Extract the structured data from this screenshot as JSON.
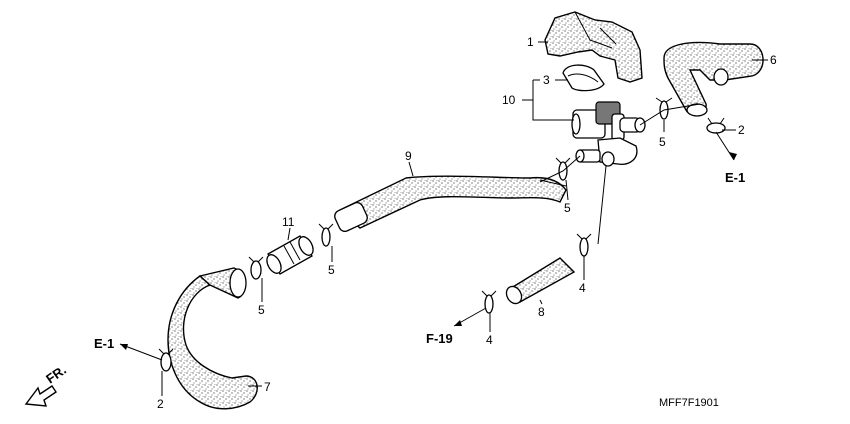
{
  "callouts": {
    "p1": "1",
    "p2a": "2",
    "p2b": "2",
    "p3": "3",
    "p4a": "4",
    "p4b": "4",
    "p5a": "5",
    "p5b": "5",
    "p5c": "5",
    "p5d": "5",
    "p6": "6",
    "p7": "7",
    "p8": "8",
    "p9": "9",
    "p10": "10",
    "p11": "11"
  },
  "references": {
    "e1_right": "E-1",
    "e1_left": "E-1",
    "f19": "F-19",
    "front": "FR."
  },
  "diagram_code": "MFF7F1901"
}
